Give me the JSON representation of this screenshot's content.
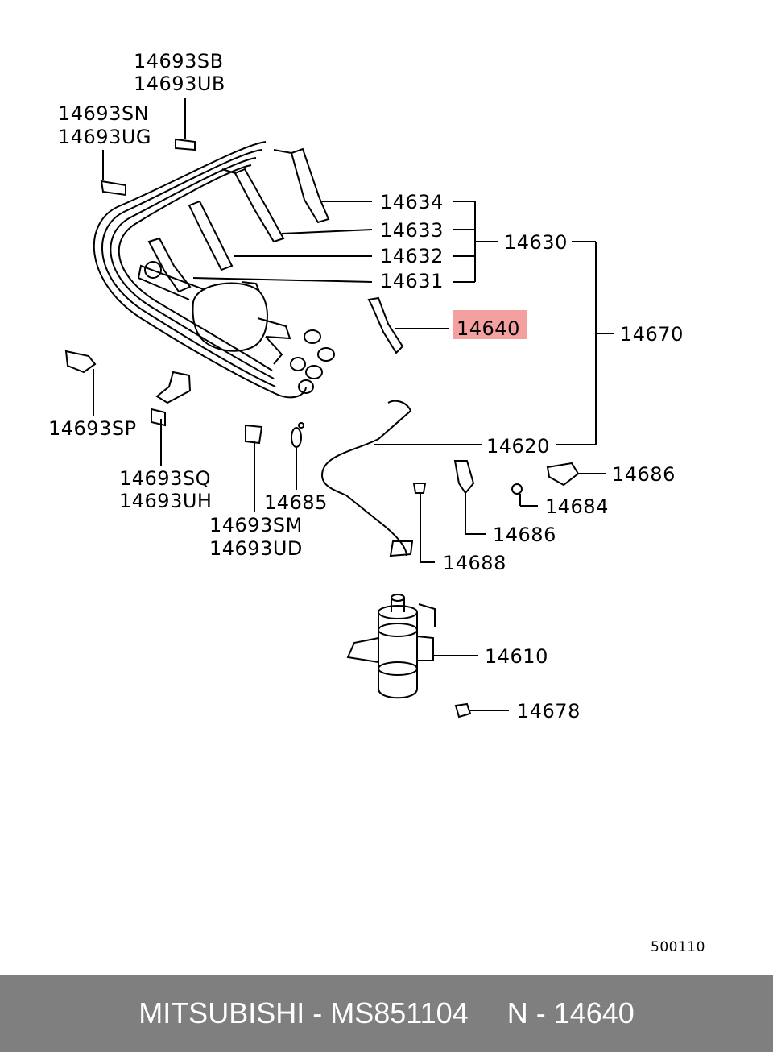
{
  "labels": {
    "p14693SB": "14693SB",
    "p14693UB": "14693UB",
    "p14693SN": "14693SN",
    "p14693UG": "14693UG",
    "p14634": "14634",
    "p14633": "14633",
    "p14632": "14632",
    "p14631": "14631",
    "p14630": "14630",
    "p14640": "14640",
    "p14670": "14670",
    "p14693SP": "14693SP",
    "p14620": "14620",
    "p14686a": "14686",
    "p14684": "14684",
    "p14686b": "14686",
    "p14693SQ": "14693SQ",
    "p14693UH": "14693UH",
    "p14685": "14685",
    "p14693SM": "14693SM",
    "p14693UD": "14693UD",
    "p14688": "14688",
    "p14610": "14610",
    "p14678": "14678",
    "diagram_code": "500110"
  },
  "highlight": {
    "part": "14640",
    "color": "#f4a0a0"
  },
  "footer": {
    "brand": "MITSUBISHI",
    "separator": " - ",
    "part_number": "MS851104",
    "ref_prefix": "N",
    "ref_separator": " - ",
    "ref_number": "14640"
  },
  "colors": {
    "footer_bg": "#7f7f7f",
    "footer_text": "#ffffff",
    "ink": "#000000"
  }
}
